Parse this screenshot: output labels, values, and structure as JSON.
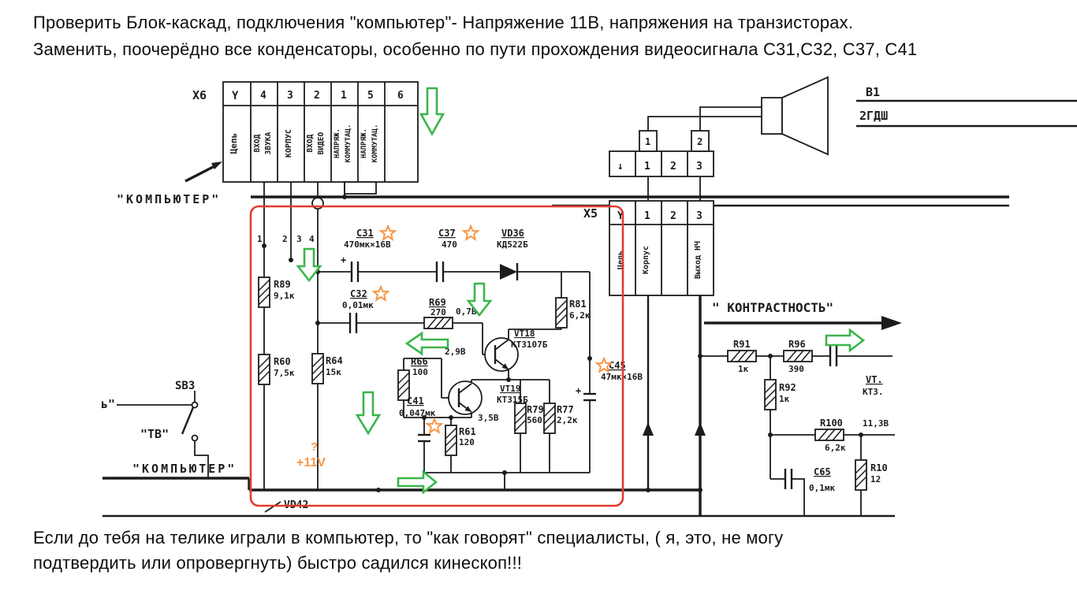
{
  "colors": {
    "green": "#3bb54a",
    "orange": "#f79646",
    "red": "#e23b33",
    "ink": "#1c1c1c"
  },
  "notes": {
    "top1": "Проверить Блок-каскад, подключения \"компьютер\"- Напряжение 11В, напряжения на транзисторах.",
    "top2": "Заменить, поочерёдно все конденсаторы, особенно по пути прохождения видеосигнала С31,С32, С37, С41",
    "bottom1": "Если до тебя на телике играли в компьютер, то \"как говорят\" специалисты, ( я, это, не могу",
    "bottom2": "подтвердить или опровергнуть) быстро садился кинескоп!!!"
  },
  "labels": {
    "computer_top": "\"КОМПЬЮТЕР\"",
    "computer_bottom": "\"КОМПЬЮТЕР\"",
    "tv": "\"ТВ\"",
    "sb3": "SB3",
    "contrast": "\" КОНТРАСТНОСТЬ\"",
    "plus11v": "+11V",
    "question": "?",
    "vd42": "VD42",
    "left_cut": "ь\""
  },
  "x6": {
    "title": "Х6",
    "key": "Y",
    "pins": [
      "4",
      "3",
      "2",
      "1",
      "5",
      "6"
    ],
    "col1": "Цепь",
    "col2a": "ВХОД",
    "col2b": "ЗВУКА",
    "col3": "КОРПУС",
    "col4a": "ВХОД",
    "col4b": "ВИДЕО",
    "col5a": "НАПРЯЖ.",
    "col5b": "КОММУТАЦ.",
    "col6a": "НАПРЯЖ.",
    "col6b": "КОММУТАЦ."
  },
  "x5": {
    "title": "Х5",
    "key": "Y",
    "pins": [
      "1",
      "2",
      "3"
    ],
    "col1": "Цепь",
    "col2": "Корпус",
    "col4": "Выход НЧ"
  },
  "spk": {
    "arrow": "↓",
    "pins": [
      "1",
      "2",
      "3"
    ],
    "tab1": "1",
    "tab2": "2",
    "name": "В1",
    "model": "2ГДШ"
  },
  "wire_pins": [
    "1",
    "2",
    "3",
    "4"
  ],
  "voltages": {
    "v1": "0,7В",
    "v2": "2,9В",
    "v3": "3,5В",
    "v4": "11,3В"
  },
  "components": {
    "plus": "+",
    "r89": {
      "l": "R89",
      "v": "9,1к"
    },
    "r60": {
      "l": "R60",
      "v": "7,5к"
    },
    "r64": {
      "l": "R64",
      "v": "15к"
    },
    "r66": {
      "l": "R66",
      "v": "100"
    },
    "r61": {
      "l": "R61",
      "v": "120"
    },
    "r69": {
      "l": "R69",
      "v": "270"
    },
    "r79": {
      "l": "R79",
      "v": "560"
    },
    "r77": {
      "l": "R77",
      "v": "2,2к"
    },
    "r81": {
      "l": "R81",
      "v": "6,2к"
    },
    "r91": {
      "l": "R91",
      "v": "1к"
    },
    "r96": {
      "l": "R96",
      "v": "390"
    },
    "r92": {
      "l": "R92",
      "v": "1к"
    },
    "r100": {
      "l": "R100",
      "v": "6,2к"
    },
    "r10x": {
      "l": "R10",
      "v": "12"
    },
    "c31": {
      "l": "С31",
      "v": "470мк×16В"
    },
    "c32": {
      "l": "С32",
      "v": "0,01мк"
    },
    "c37": {
      "l": "С37",
      "v": "470"
    },
    "c41": {
      "l": "С41",
      "v": "0,047мк"
    },
    "c45": {
      "l": "С45",
      "v": "47мк×16В"
    },
    "c65": {
      "l": "С65",
      "v": "0,1мк"
    },
    "vd36": {
      "l": "VD36",
      "v": "КД522Б"
    },
    "vt18": {
      "l": "VT18",
      "v": "КТ3107Б"
    },
    "vt19": {
      "l": "VT19",
      "v": "КТ315Б"
    },
    "vtx": {
      "l": "VT.",
      "v": "КТ3."
    }
  }
}
